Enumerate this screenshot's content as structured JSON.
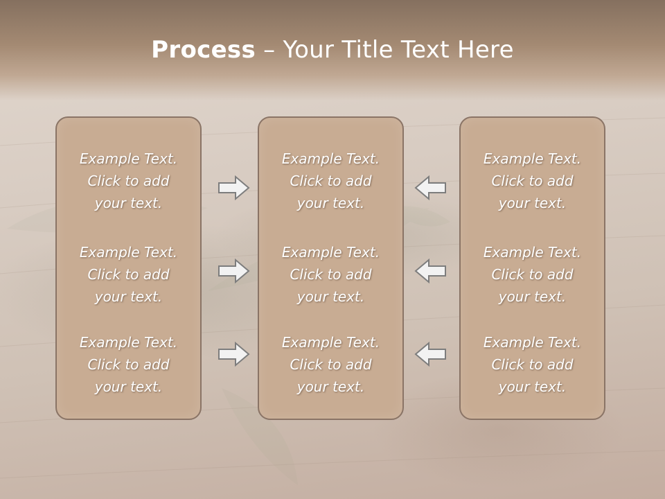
{
  "title": {
    "bold": "Process",
    "rest": " – Your Title Text Here"
  },
  "columns": [
    {
      "items": [
        {
          "line1": "Example Text.",
          "line2": "Click  to add",
          "line3": "your text."
        },
        {
          "line1": "Example Text.",
          "line2": "Click  to add",
          "line3": "your text."
        },
        {
          "line1": "Example Text.",
          "line2": "Click  to add",
          "line3": "your text."
        }
      ]
    },
    {
      "items": [
        {
          "line1": "Example Text.",
          "line2": "Click  to add",
          "line3": "your text."
        },
        {
          "line1": "Example Text.",
          "line2": "Click  to add",
          "line3": "your text."
        },
        {
          "line1": "Example Text.",
          "line2": "Click  to add",
          "line3": "your text."
        }
      ]
    },
    {
      "items": [
        {
          "line1": "Example Text.",
          "line2": "Click  to add",
          "line3": "your text."
        },
        {
          "line1": "Example Text.",
          "line2": "Click  to add",
          "line3": "your text."
        },
        {
          "line1": "Example Text.",
          "line2": "Click  to add",
          "line3": "your text."
        }
      ]
    }
  ],
  "arrows": {
    "left_group": "arrow-right-icon",
    "right_group": "arrow-left-icon"
  },
  "colors": {
    "panel_fill": "#c8ac93",
    "panel_border": "#8a7466",
    "arrow_fill": "#f2f2f2",
    "arrow_stroke": "#7d7d7d"
  }
}
